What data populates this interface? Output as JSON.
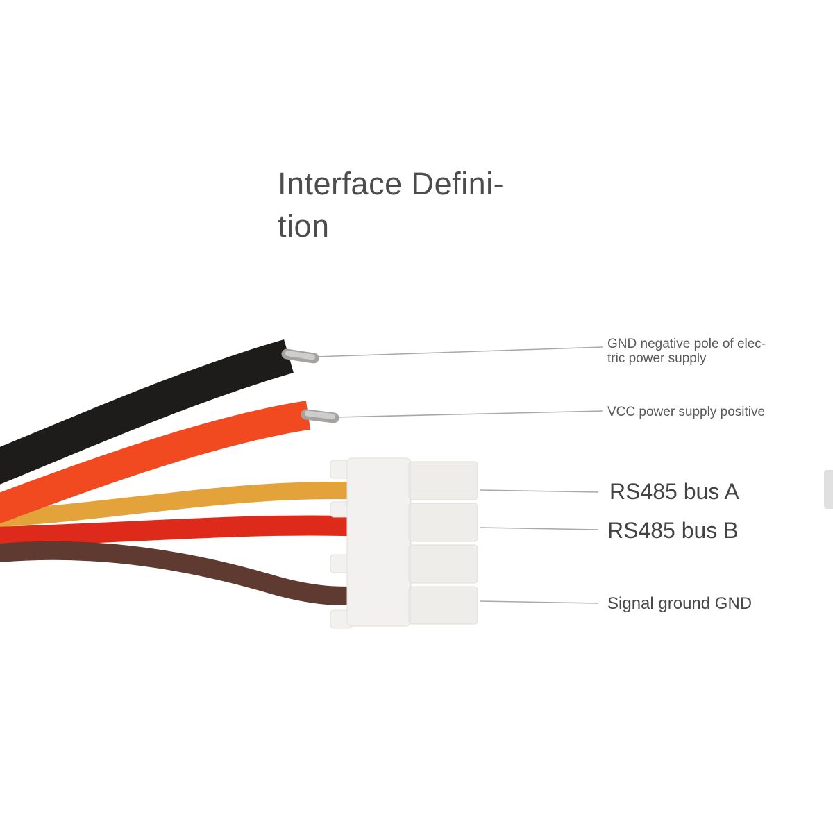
{
  "title": {
    "line1": "Interface Defini-",
    "line2": "tion"
  },
  "labels": {
    "gnd_power_line1": "GND negative pole of elec-",
    "gnd_power_line2": "tric power supply",
    "vcc": "VCC power supply positive",
    "rs485_a": "RS485 bus A",
    "rs485_b": "RS485 bus B",
    "signal_gnd": "Signal ground GND"
  },
  "colors": {
    "background": "#ffffff",
    "gnd_power_wire": "#1e1c1b",
    "vcc_wire": "#f14a20",
    "rs485_a_wire": "#e4a33a",
    "rs485_b_wire": "#de2a1b",
    "signal_gnd_wire": "#5e3a31",
    "exposed_tip_outer": "#a5a3a1",
    "exposed_tip_inner": "#cfcdcb",
    "connector_body": "#f3f1ef",
    "connector_back": "#efedea",
    "connector_edge": "#e3dfda",
    "leader_line": "#aaa8a6"
  }
}
